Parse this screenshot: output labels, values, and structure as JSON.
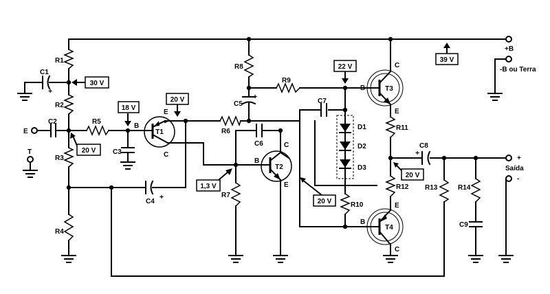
{
  "components": {
    "resistors": {
      "r1": "R1",
      "r2": "R2",
      "r3": "R3",
      "r4": "R4",
      "r5": "R5",
      "r6": "R6",
      "r7": "R7",
      "r8": "R8",
      "r9": "R9",
      "r10": "R10",
      "r11": "R11",
      "r12": "R12",
      "r13": "R13",
      "r14": "R14"
    },
    "capacitors": {
      "c1": "C1",
      "c2": "C2",
      "c3": "C3",
      "c4": "C4",
      "c5": "C5",
      "c6": "C6",
      "c7": "C7",
      "c8": "C8",
      "c9": "C9"
    },
    "diodes": {
      "d1": "D1",
      "d2": "D2",
      "d3": "D3"
    },
    "transistors": {
      "t1": "T1",
      "t2": "T2",
      "t3": "T3",
      "t4": "T4"
    },
    "pins": {
      "b": "B",
      "c": "C",
      "e": "E"
    }
  },
  "voltages": {
    "v30": "30 V",
    "v18": "18 V",
    "v20_t1": "20 V",
    "v20_r2": "20 V",
    "v22": "22 V",
    "v39": "39 V",
    "v13": "1,3 V",
    "v20_mid": "20 V",
    "v20_out": "20 V"
  },
  "terminals": {
    "input_e": "E",
    "input_t": "T",
    "supply_pos": "+B",
    "supply_neg": "-B ou Terra",
    "output": "Saída",
    "out_plus": "+",
    "out_minus": "-",
    "polarity_plus": "+"
  }
}
